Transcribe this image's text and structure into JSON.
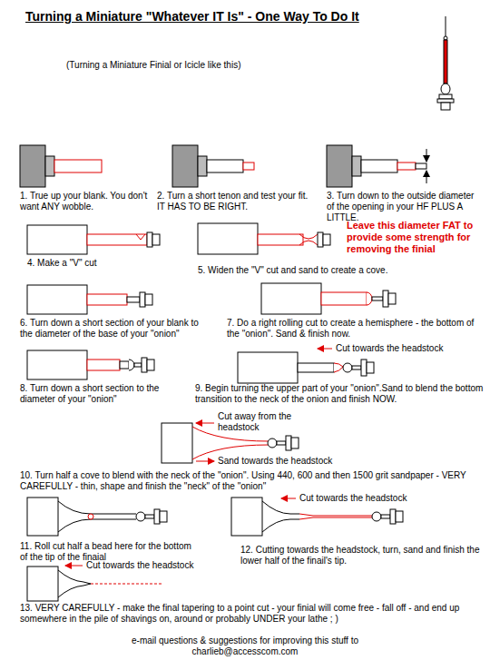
{
  "diagram": {
    "title": "Turning a Miniature \"Whatever IT Is\" - One Way To Do It",
    "caption": "e-mail questions & suggestions for improving this stuff to charlieb@accesscom.com",
    "labels": [
      "(Turning a Miniature Finial or Icicle like this)",
      "1. True up your blank. You don't want ANY wobble.",
      "2. Turn a short tenon and test your fit. IT HAS TO BE RIGHT.",
      "3. Turn down to the outside diameter of the opening in your HF PLUS A LITTLE.",
      "4. Make a \"V\" cut",
      "Leave this diameter FAT to provide some strength for removing the finial",
      "5. Widen the \"V\" cut and sand to create a cove.",
      "6. Turn down a short section of your blank to the diameter of the base of your \"onion\"",
      "7. Do a right rolling cut to create a hemisphere - the bottom of the \"onion\". Sand & finish now.",
      "8. Turn down a short section to the diameter of your \"onion\"",
      "Cut towards the headstock",
      "9. Begin turning the upper part of your \"onion\".Sand to blend the bottom transition to the neck of the onion and finish NOW.",
      "Cut away from the headstock",
      "Sand towards the headstock",
      "10. Turn half a cove to blend with the neck of the \"onion\". Using 440, 600 and then 1500 grit sandpaper - VERY CAREFULLY - thin, shape and finish the \"neck\" of the \"onion\"",
      "Cut towards the headstock",
      "11. Roll cut half a bead here for the bottom of the tip of the finaial",
      "12. Cutting towards the headstock, turn, sand and finish the lower half of the finail's tip.",
      "Cut towards the headstock",
      "13. VERY CAREFULLY - make the final tapering to a point cut - your finial will come free - fall off - and end up somewhere in the pile of shavings on, around or probably UNDER your lathe ; )"
    ]
  }
}
